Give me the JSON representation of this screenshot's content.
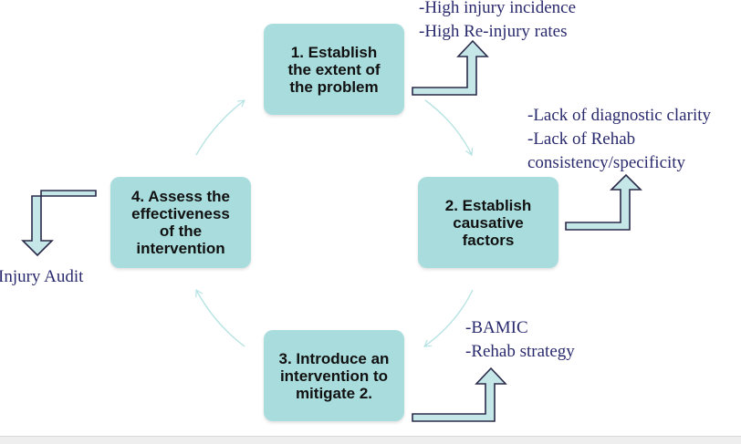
{
  "steps": [
    {
      "label": "1. Establish\nthe extent of\nthe problem"
    },
    {
      "label": "2. Establish\ncausative\nfactors"
    },
    {
      "label": "3. Introduce an\nintervention to\nmitigate 2."
    },
    {
      "label": "4. Assess the\neffectiveness\nof the\nintervention"
    }
  ],
  "notes": {
    "step1": [
      "-High injury incidence",
      "-High Re-injury rates"
    ],
    "step2": [
      "-Lack of diagnostic clarity",
      "-Lack of Rehab",
      "consistency/specificity"
    ],
    "step3": [
      "-BAMIC",
      "-Rehab strategy"
    ],
    "step4": [
      "Injury Audit"
    ]
  },
  "colors": {
    "box_fill": "#a9dcdc",
    "note_text": "#2a2a6e",
    "cycle_arrow": "#b8e3e3",
    "callout_arrow_fill": "#c6e7e7",
    "callout_arrow_stroke": "#2a2a4a"
  }
}
